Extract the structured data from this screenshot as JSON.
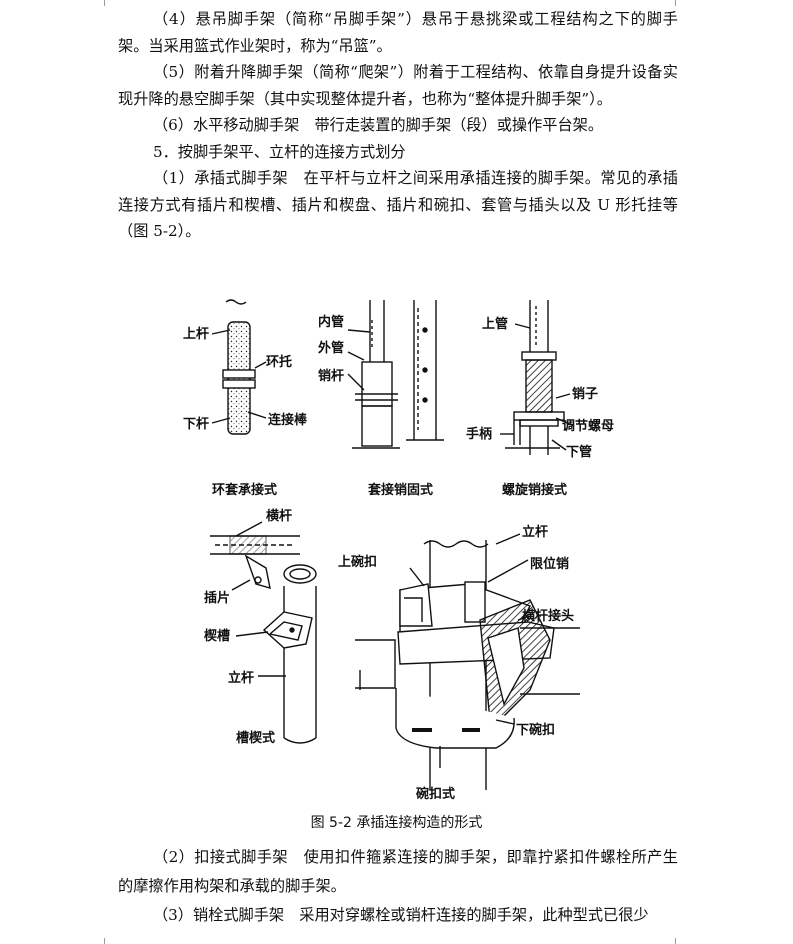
{
  "paragraphs_top": [
    "（4）悬吊脚手架（简称“吊脚手架”）悬吊于悬挑梁或工程结构之下的脚手架。当采用篮式作业架时，称为“吊篮”。",
    "（5）附着升降脚手架（简称“爬架”）附着于工程结构、依靠自身提升设备实现升降的悬空脚手架（其中实现整体提升者，也称为“整体提升脚手架”）。",
    "（6）水平移动脚手架　带行走装置的脚手架（段）或操作平台架。",
    "5．按脚手架平、立杆的连接方式划分",
    "（1）承插式脚手架　在平杆与立杆之间采用承插连接的脚手架。常见的承插连接方式有插片和楔槽、插片和楔盘、插片和碗扣、套管与插头以及 U 形托挂等（图 5-2）。"
  ],
  "figure": {
    "ring": {
      "top_bar": "上杆",
      "ring_support": "环托",
      "bottom_bar": "下杆",
      "rod": "连接棒",
      "title": "环套承接式"
    },
    "sleeve": {
      "inner": "内管",
      "outer": "外管",
      "pin": "销杆",
      "title": "套接销固式"
    },
    "screw": {
      "upper": "上管",
      "pin": "销子",
      "nut": "调节螺母",
      "handle": "手柄",
      "lower": "下管",
      "title": "螺旋销接式"
    },
    "wedge": {
      "horizontal": "横杆",
      "insert": "插片",
      "slot": "楔槽",
      "vertical": "立杆",
      "title": "槽楔式"
    },
    "bowl": {
      "vertical": "立杆",
      "upper_bowl": "上碗扣",
      "limit_pin": "限位销",
      "joint": "横杆接头",
      "lower_bowl": "下碗扣",
      "title": "碗扣式"
    },
    "caption": "图 5-2  承插连接构造的形式"
  },
  "paragraphs_bottom": [
    "（2）扣接式脚手架　使用扣件箍紧连接的脚手架，即靠拧紧扣件螺栓所产生的摩擦作用构架和承载的脚手架。",
    "（3）销栓式脚手架　采用对穿螺栓或销杆连接的脚手架，此种型式已很少"
  ]
}
